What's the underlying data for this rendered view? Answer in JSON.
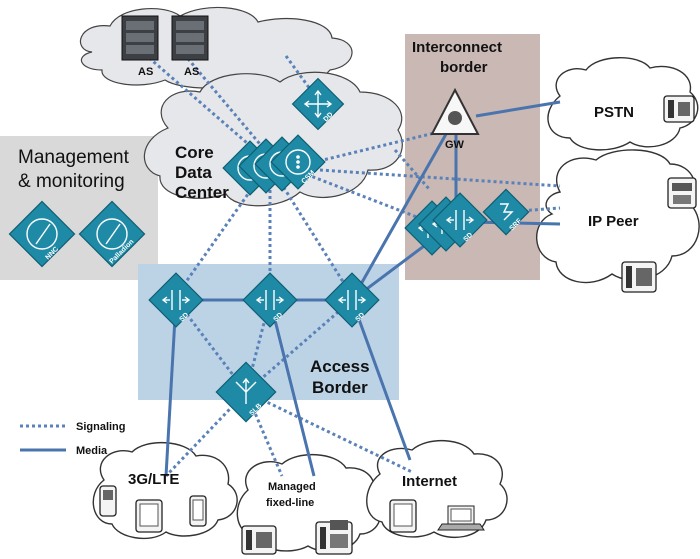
{
  "labels": {
    "as1": "AS",
    "as2": "AS",
    "core_line1": "Core",
    "core_line2": "Data",
    "core_line3": "Center",
    "mgmt_line1": "Management",
    "mgmt_line2": "& monitoring",
    "interconnect_line1": "Interconnect",
    "interconnect_line2": "border",
    "access_line1": "Access",
    "access_line2": "Border",
    "gw": "GW",
    "pstn": "PSTN",
    "ip_peer": "IP Peer",
    "lte": "3G/LTE",
    "managed_line1": "Managed",
    "managed_line2": "fixed-line",
    "internet": "Internet"
  },
  "devices": {
    "dd": "DD",
    "csm": "CSM",
    "nnc": "NNC",
    "palladion": "Palladion",
    "sd": "SD",
    "srf": "SRF",
    "slb": "SLB"
  },
  "legend": {
    "signaling": "Signaling",
    "media": "Media"
  },
  "colors": {
    "signaling_line": "#5b82b8",
    "media_line": "#4a74ad",
    "device": "#1f8aa6",
    "access_zone": "#bcd3e6",
    "interconnect_zone": "#c9b8b4",
    "management_zone": "#d9d9d9"
  }
}
